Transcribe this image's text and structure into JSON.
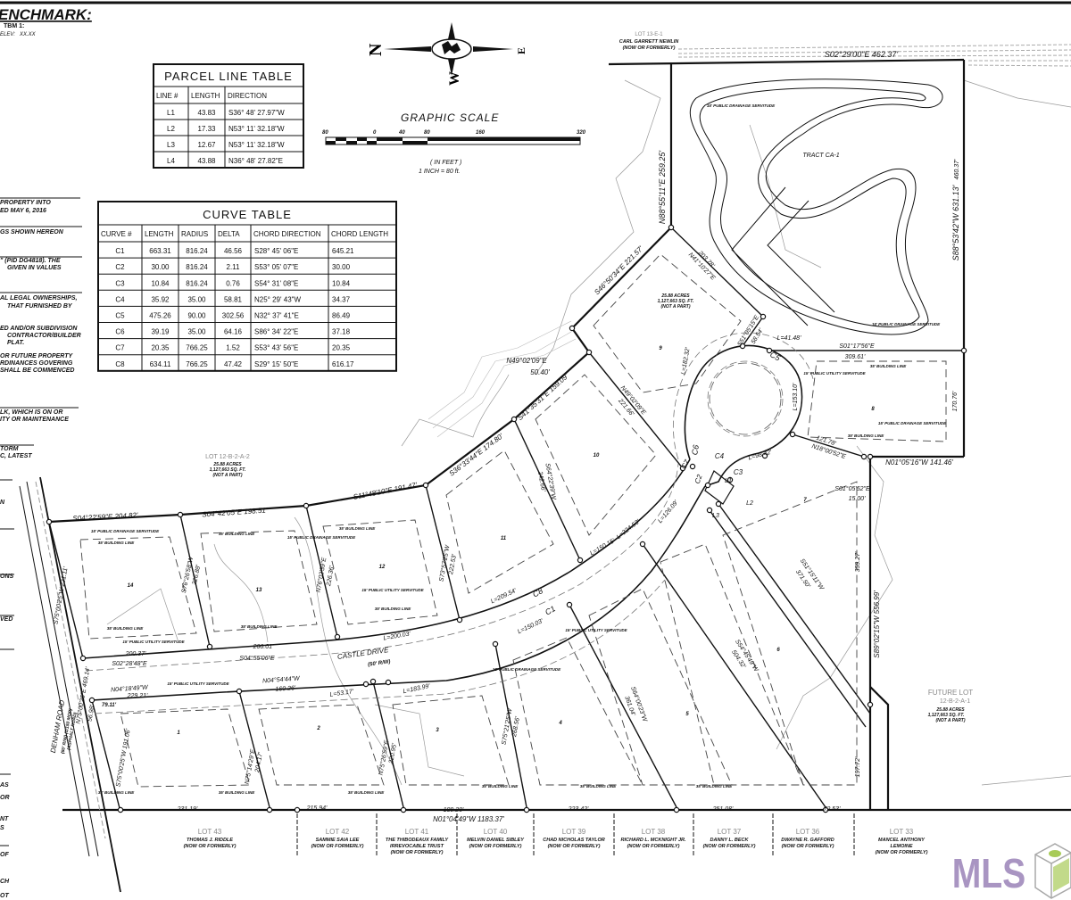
{
  "benchmark": {
    "title": "ENCHMARK:",
    "tbm": "TBM 1:",
    "elev": "ELEV:",
    "elev_value": "XX.XX"
  },
  "north_arrow": {
    "n": "N",
    "e": "E",
    "w": "W"
  },
  "graphic_scale": {
    "title": "GRAPHIC SCALE",
    "ticks": [
      "80",
      "0",
      "40",
      "80",
      "160",
      "320"
    ],
    "units": "( IN FEET )",
    "ratio": "1 INCH = 80 ft."
  },
  "parcel_line_table": {
    "title": "PARCEL LINE TABLE",
    "headers": [
      "LINE #",
      "LENGTH",
      "DIRECTION"
    ],
    "rows": [
      [
        "L1",
        "43.83",
        "S36° 48' 27.97\"W"
      ],
      [
        "L2",
        "17.33",
        "N53° 11' 32.18\"W"
      ],
      [
        "L3",
        "12.67",
        "N53° 11' 32.18\"W"
      ],
      [
        "L4",
        "43.88",
        "N36° 48' 27.82\"E"
      ]
    ]
  },
  "curve_table": {
    "title": "CURVE TABLE",
    "headers": [
      "CURVE #",
      "LENGTH",
      "RADIUS",
      "DELTA",
      "CHORD DIRECTION",
      "CHORD LENGTH"
    ],
    "rows": [
      [
        "C1",
        "663.31",
        "816.24",
        "46.56",
        "S28° 45' 06\"E",
        "645.21"
      ],
      [
        "C2",
        "30.00",
        "816.24",
        "2.11",
        "S53° 05' 07\"E",
        "30.00"
      ],
      [
        "C3",
        "10.84",
        "816.24",
        "0.76",
        "S54° 31' 08\"E",
        "10.84"
      ],
      [
        "C4",
        "35.92",
        "35.00",
        "58.81",
        "N25° 29' 43\"W",
        "34.37"
      ],
      [
        "C5",
        "475.26",
        "90.00",
        "302.56",
        "N32° 37' 41\"E",
        "86.49"
      ],
      [
        "C6",
        "39.19",
        "35.00",
        "64.16",
        "S86° 34' 22\"E",
        "37.18"
      ],
      [
        "C7",
        "20.35",
        "766.25",
        "1.52",
        "S53° 43' 56\"E",
        "20.35"
      ],
      [
        "C8",
        "634.11",
        "766.25",
        "47.42",
        "S29° 15' 50\"E",
        "616.17"
      ]
    ]
  },
  "notes": [
    "PROPERTY INTO",
    "ED MAY 6, 2016",
    "GS SHOWN HEREON",
    "\" (PID DG4818). THE",
    "GIVEN IN VALUES",
    "AL LEGAL OWNERSHIPS,",
    "THAT FURNISHED BY",
    "ED AND/OR SUBDIVISION",
    "CONTRACTOR/BUILDER",
    "PLAT.",
    "OR FUTURE PROPERTY",
    "RDINANCES GOVERING",
    "SHALL BE COMMENCED",
    "LK, WHICH IS ON OR",
    "ITY OR MAINTENANCE",
    "TORM",
    "C, LATEST",
    "N",
    "ONS",
    "VED",
    "AS",
    "OR",
    "NT",
    "S",
    "OF",
    "CH",
    "OT"
  ],
  "labels": {
    "lot13e1": "LOT 13-E-1",
    "newlin": "CARL GARRETT NEWLIN",
    "newlin_nof": "(NOW OR FORMERLY)",
    "top_bearing": "S02°29'00\"E  462.37'",
    "left_ca": "N88°55'11\"E  259.25'",
    "right_ca": "S88°53'42\"W  631.13'",
    "right_ca2": "460.37'",
    "tract": "TRACT CA-1",
    "b_s46": "S46°50'34\"E  221.57'",
    "b_n41": "N41°10'27\"E",
    "b_n41d": "203.78'",
    "b_c5a": "S51°05'15\"E",
    "b_c5d": "58.54'",
    "b_l4148": "L=41.48'",
    "c5": "C5",
    "b_s01": "S01°17'56\"E",
    "b_s01d": "309.61'",
    "b_17076": "170.76'",
    "b_l18232": "L=182.32'",
    "b_l15310": "L=153.10'",
    "b_n18": "N18°00'52\"E",
    "b_n18d": "121.78'",
    "b_n01": "N01°05'16\"W  141.46'",
    "b_l9842": "L=98.42'",
    "b_n49a": "N49°02'09\"E",
    "b_n49ad": "50.40'",
    "b_n49b": "N49°02'09\"E",
    "b_n49bd": "221.66'",
    "b_s41": "S41°35'31\"E  159.09'",
    "b_s36": "S36°33'44\"E  174.80'",
    "b_s11": "S11°48'10\"E  191.47'",
    "b_s04a": "S04°42'05\"E  198.51'",
    "b_s04b": "S04°22'59\"E  204.82'",
    "lot1222": "LOT 12-B-2-A-2",
    "lot1222a": "25.88 ACRES",
    "lot1222b": "1,127,663 SQ. FT.",
    "lot1222c": "(NOT A PART)",
    "lot9_a": "25.88 ACRES",
    "lot9_b": "1,127,663 SQ. FT.",
    "lot9_c": "(NOT A PART)",
    "c6": "C6",
    "c7": "C7",
    "c4": "C4",
    "c3": "C3",
    "c2": "C2",
    "c1": "C1",
    "c8": "C8",
    "l1": "L1",
    "l2": "L2",
    "l3": "L3",
    "b_s01b": "S01°05'52\"E",
    "b_s01bd": "15.00'",
    "b_s64a": "S64°22'39\"W",
    "b_s64ad": "242.66'",
    "b_l22453": "L=224.53'",
    "b_l20954": "L=209.54'",
    "b_l12609": "L=126.09'",
    "b_l15015": "L=150.15'",
    "b_l15003": "L=150.03'",
    "b_s73": "S73°57'25\"W",
    "b_s73d": "222.53'",
    "b_n76": "N76°02'39\"E",
    "b_n76d": "226.36'",
    "b_s76": "S76°26'58\"W",
    "b_s76d": "226.88'",
    "b_s75a": "S75°00'25\"W  221.11'",
    "b_l20003": "L=200.03'",
    "b_20037": "200.37'",
    "b_20001": "200.01'",
    "b_s02": "S02°28'48\"E",
    "b_s04c": "S04°55'06\"E",
    "castle": "CASTLE DRIVE",
    "castle_row": "(50' R/W)",
    "b_n04a": "N04°18'49\"W",
    "b_n04b": "N04°54'44\"W",
    "b_16026": "160.26'",
    "b_l5317": "L=53.17'",
    "b_l18399": "L=183.99'",
    "b_7911": "79.11'",
    "b_22921": "229.21'",
    "denham": "DENHAM ROAD",
    "denham_row": "(80' R/W) (1/150 MOP)",
    "denham_row2": "(ASPHALT ROAD)",
    "b_n75": "N75°00'25\"E  469.14'",
    "b_5698": "56.98'",
    "b_s75b": "S75°00'25\"W  191.06'",
    "b_n751": "N75°14'29\"E",
    "b_n751d": "204.17'",
    "b_n752": "N75°26'59\"E",
    "b_n752d": "220.95'",
    "b_s752": "S75°21'25\"W",
    "b_s752d": "268.56'",
    "b_s64b": "S64°00'23\"W",
    "b_s64bd": "361.04'",
    "b_s54": "S54°45'49\"W",
    "b_s54d": "504.32'",
    "b_s51": "S51°15'11\"W",
    "b_s51d": "371.50'",
    "b_s89": "S89°02'15\"W  556.99'",
    "b_35927": "359.27'",
    "b_19772": "197.72'",
    "future": "FUTURE LOT",
    "future2": "12-B-2-A-1",
    "future3": "25.88 ACRES",
    "future4": "1,127,663 SQ. FT.",
    "future5": "(NOT A PART)",
    "b_23119": "231.19'",
    "b_21594": "215.94'",
    "b_18920": "189.20'",
    "b_22342": "223.42'",
    "b_25108": "251.08'",
    "b_7253": "72.53'",
    "b_bottom": "N01°04'49\"W  1183.37'",
    "lot1": "1",
    "lot2": "2",
    "lot3": "3",
    "lot4": "4",
    "lot5": "5",
    "lot6": "6",
    "lot7": "7",
    "lot8": "8",
    "lot9": "9",
    "lot10": "10",
    "lot11": "11",
    "lot12": "12",
    "lot13": "13",
    "lot14": "14",
    "bl": "35' BUILDING LINE",
    "pus": "15' PUBLIC UTILITY SERVITUDE",
    "pds": "15' PUBLIC DRAINAGE SERVITUDE"
  },
  "neighbors": [
    {
      "lot": "LOT 43",
      "owner": "THOMAS J. RIDDLE",
      "owner2": "",
      "nof": "(NOW OR FORMERLY)"
    },
    {
      "lot": "LOT 42",
      "owner": "SAMMIE SAIA LEE",
      "owner2": "",
      "nof": "(NOW OR FORMERLY)"
    },
    {
      "lot": "LOT 41",
      "owner": "THE THIBODEAUX FAMILY",
      "owner2": "IRREVOCABLE TRUST",
      "nof": "(NOW OR FORMERLY)"
    },
    {
      "lot": "LOT 40",
      "owner": "MELVIN DANIEL SIBLEY",
      "owner2": "",
      "nof": "(NOW OR FORMERLY)"
    },
    {
      "lot": "LOT 39",
      "owner": "CHAD NICHOLAS TAYLOR",
      "owner2": "",
      "nof": "(NOW OR FORMERLY)"
    },
    {
      "lot": "LOT 38",
      "owner": "RICHARD L. MCKNIGHT JR.",
      "owner2": "",
      "nof": "(NOW OR FORMERLY)"
    },
    {
      "lot": "LOT 37",
      "owner": "DANNY L. BECK",
      "owner2": "",
      "nof": "(NOW OR FORMERLY)"
    },
    {
      "lot": "LOT 36",
      "owner": "DWAYNE R. GAFFORD",
      "owner2": "",
      "nof": "(NOW OR FORMERLY)"
    },
    {
      "lot": "LOT 33",
      "owner": "MANCEL ANTHONY",
      "owner2": "LEMOINE",
      "nof": "(NOW OR FORMERLY)"
    }
  ],
  "watermark": {
    "text": "MLS",
    "color": "#9b83b8"
  }
}
